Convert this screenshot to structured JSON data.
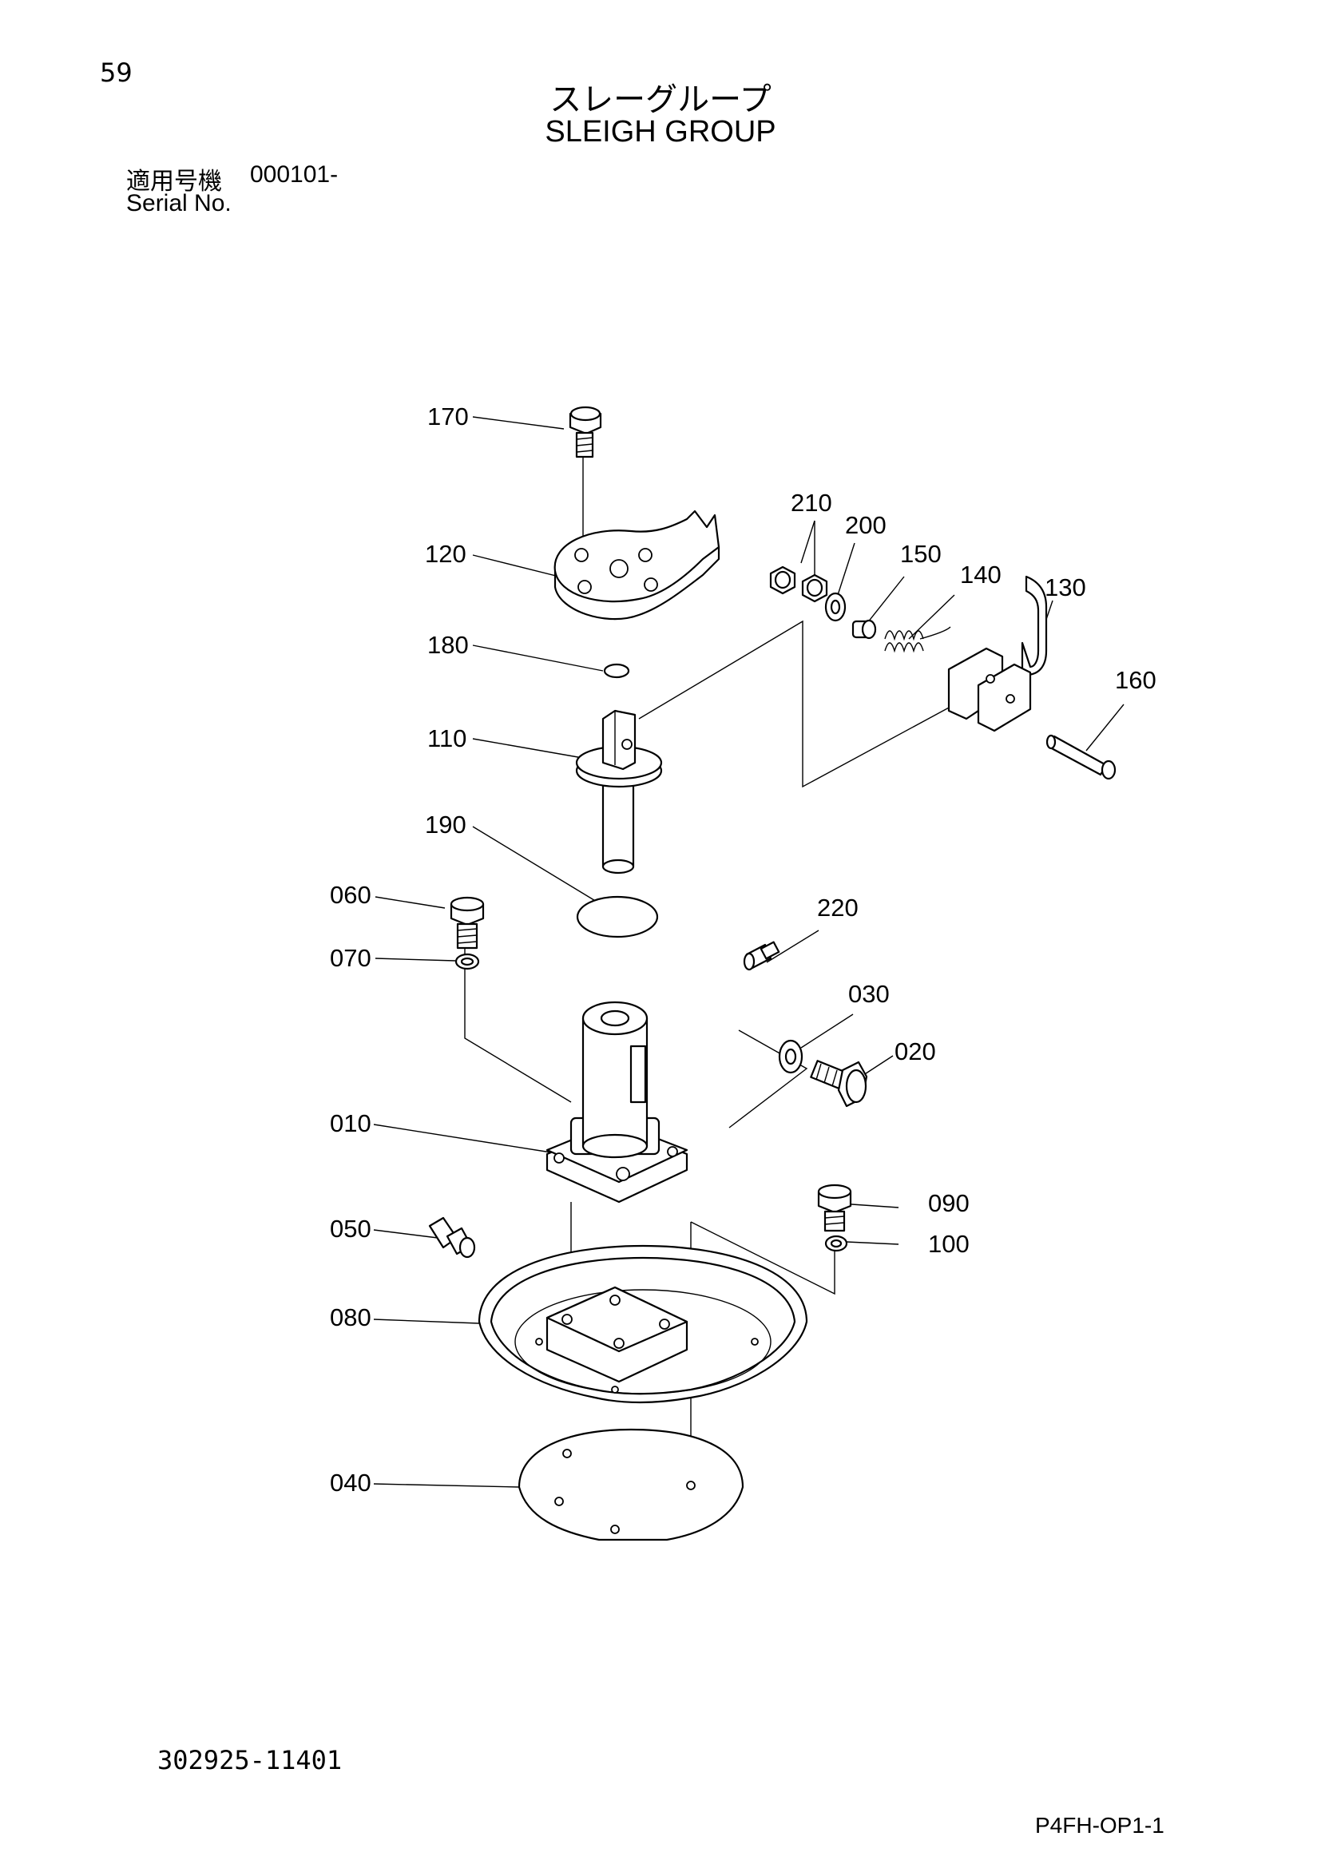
{
  "header": {
    "page_number": "59",
    "title_jp": "スレーグループ",
    "title_en": "SLEIGH GROUP",
    "serial_label_jp": "適用号機",
    "serial_value": "000101-",
    "serial_label_en": "Serial No."
  },
  "parts": {
    "p010": "010",
    "p020": "020",
    "p030": "030",
    "p040": "040",
    "p050": "050",
    "p060": "060",
    "p070": "070",
    "p080": "080",
    "p090": "090",
    "p100": "100",
    "p110": "110",
    "p120": "120",
    "p130": "130",
    "p140": "140",
    "p150": "150",
    "p160": "160",
    "p170": "170",
    "p180": "180",
    "p190": "190",
    "p200": "200",
    "p210": "210",
    "p220": "220"
  },
  "footer": {
    "doc_number": "302925-11401",
    "page_code": "P4FH-OP1-1"
  }
}
